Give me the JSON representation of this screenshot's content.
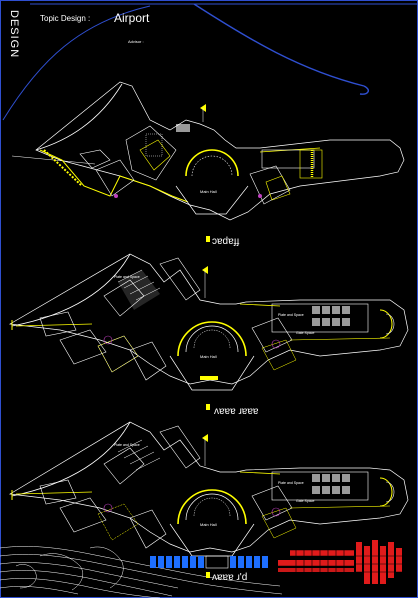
{
  "sheet": {
    "vertical_title": "DESIGN",
    "topic_label": "Topic Design :",
    "topic_value": "Airport",
    "advisor": "Advisor :"
  },
  "plans": [
    {
      "id": "plan-1",
      "scale_text": "ɔɐdɐɟɟ",
      "hall_label": "Main Hall",
      "room_labels": []
    },
    {
      "id": "plan-2",
      "scale_text": "ʌɐɐɐ ɹɐɐɐ",
      "hall_label": "Main Hall",
      "room_labels": [
        "Plate and Space",
        "Plate and Space",
        "Gate Space"
      ]
    },
    {
      "id": "plan-3",
      "scale_text": "ʌɐɐɐ ɹ'd",
      "hall_label": "Main Hall",
      "room_labels": [
        "Plate and Space",
        "Plate and Space",
        "Gate Space"
      ]
    }
  ],
  "colors": {
    "background": "#000000",
    "linework": "#ffffff",
    "accent_yellow": "#ffff00",
    "border_blue": "#2f4fd0",
    "hatch_magenta": "#c040c0",
    "bar_blue": "#1e6fff",
    "bar_red": "#e01b1b"
  }
}
